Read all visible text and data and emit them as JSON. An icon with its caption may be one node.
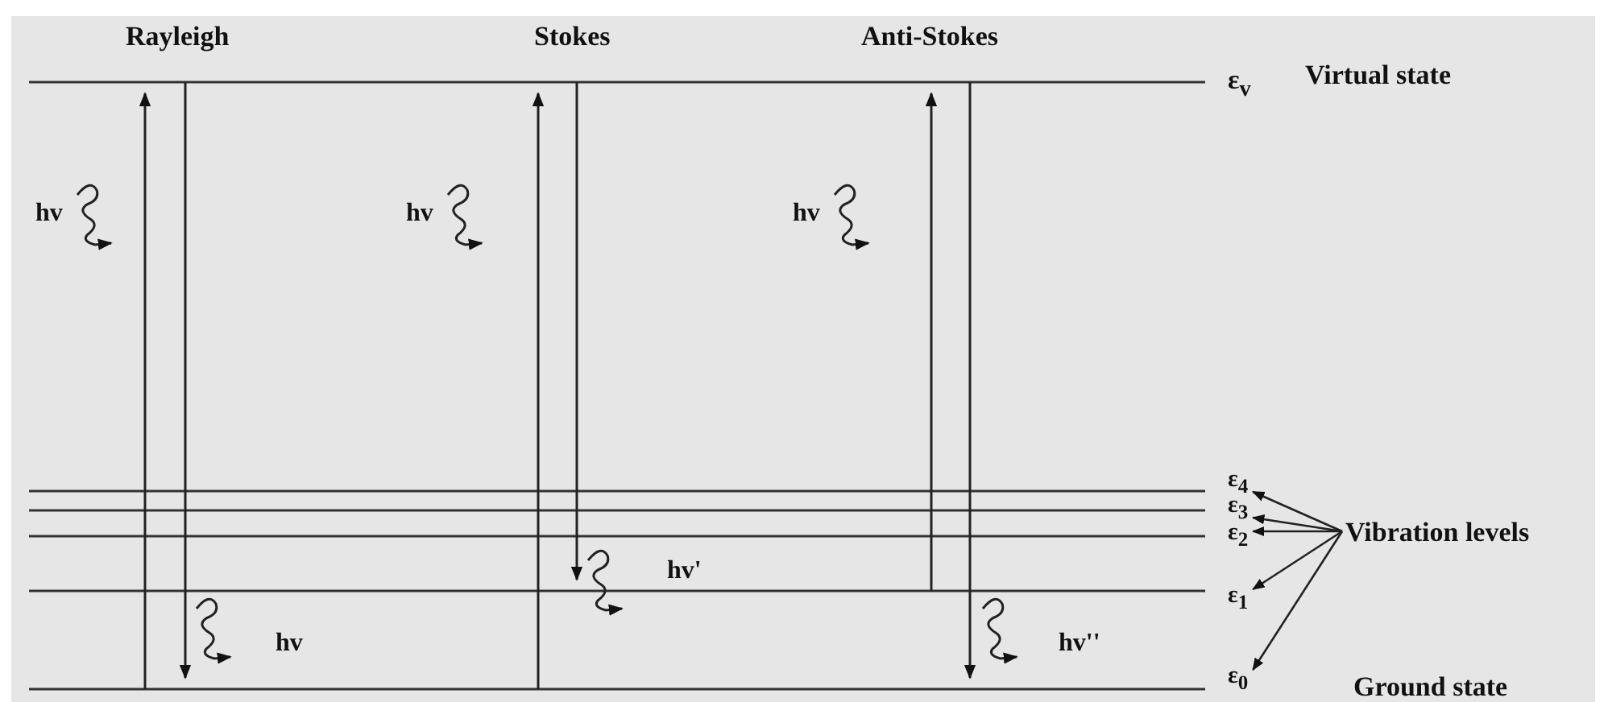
{
  "diagram": {
    "nodes": [
      {
        "text": [
          "ε$_{4}$"
        ]
      },
      {
        "text": [
          "ε$_{3}$"
        ]
      },
      {
        "text": [
          "ε$_{2}$"
        ]
      },
      {
        "text": [
          "Vibration levels"
        ]
      },
      {
        "text": [
          "ε$_{1}$"
        ]
      },
      {
        "text": [
          "ε$_{0}$"
        ]
      }
    ],
    "edges": [
      {
        "from": 3,
        "to": 0,
        "arrow": "to"
      },
      {
        "from": 3,
        "to": 1,
        "arrow": "to"
      },
      {
        "from": 3,
        "to": 2,
        "arrow": "to"
      },
      {
        "from": 3,
        "to": 4,
        "arrow": "to"
      },
      {
        "from": 3,
        "to": 5,
        "arrow": "to"
      }
    ],
    "labels": [
      "Rayleigh",
      "Stokes",
      "Anti-Stokes",
      "ε$_{v}$",
      "Virtual state",
      "hv",
      "hv",
      "hv",
      "hv'",
      "hv",
      "hv''",
      "Ground state"
    ]
  }
}
